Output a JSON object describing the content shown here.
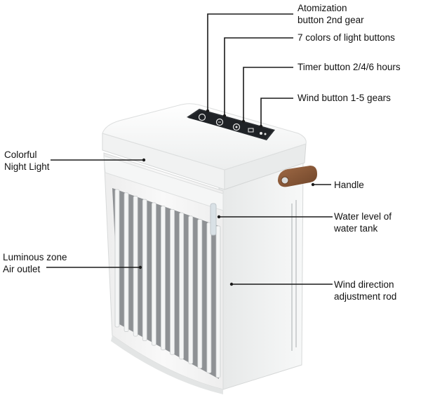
{
  "callouts": {
    "atomization": {
      "line1": "Atomization",
      "line2": "button 2nd gear"
    },
    "light": {
      "text": "7 colors of light buttons"
    },
    "timer": {
      "text": "Timer button 2/4/6 hours"
    },
    "wind": {
      "text": "Wind button 1-5 gears"
    },
    "night_light": {
      "line1": "Colorful",
      "line2": "Night Light"
    },
    "handle": {
      "text": "Handle"
    },
    "water_level": {
      "line1": "Water level of",
      "line2": "water tank"
    },
    "outlet": {
      "line1": "Luminous zone",
      "line2": "Air outlet"
    },
    "wind_rod": {
      "line1": "Wind direction",
      "line2": "adjustment rod"
    }
  },
  "colors": {
    "body": "#f3f4f4",
    "louver_dark": "#7c7f82",
    "panel": "#2c2f33",
    "handle_strap": "#8a5a3a",
    "leader_line": "#1a1a1a"
  },
  "icons": [
    "power-icon",
    "mist-icon",
    "light-icon",
    "timer-icon",
    "fan-icon"
  ]
}
